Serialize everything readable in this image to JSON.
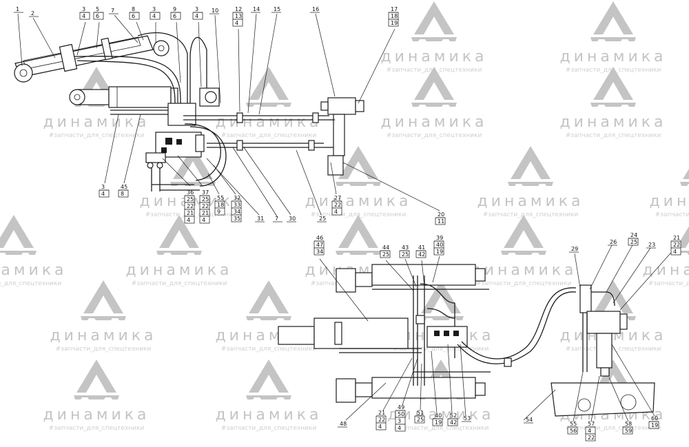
{
  "watermark": {
    "word": "динамика",
    "tag": "#запчасти_для_спецтехники",
    "color": "#c4c4c4",
    "logo_icon": "triangle-gear-logo"
  },
  "callouts": [
    {
      "lines": [
        "1"
      ]
    },
    {
      "lines": [
        "2"
      ]
    },
    {
      "lines": [
        "3",
        "4"
      ]
    },
    {
      "lines": [
        "5",
        "6"
      ]
    },
    {
      "lines": [
        "7"
      ]
    },
    {
      "lines": [
        "8",
        "6"
      ]
    },
    {
      "lines": [
        "3",
        "4"
      ]
    },
    {
      "lines": [
        "9",
        "6"
      ]
    },
    {
      "lines": [
        "3",
        "4"
      ]
    },
    {
      "lines": [
        "10"
      ]
    },
    {
      "lines": [
        "12",
        "13",
        "4"
      ]
    },
    {
      "lines": [
        "14"
      ]
    },
    {
      "lines": [
        "15"
      ]
    },
    {
      "lines": [
        "16"
      ]
    },
    {
      "lines": [
        "17",
        "18",
        "19"
      ]
    },
    {
      "lines": [
        "3",
        "4"
      ]
    },
    {
      "lines": [
        "45",
        "8"
      ]
    },
    {
      "lines": [
        "36",
        "25",
        "22",
        "21",
        "4"
      ]
    },
    {
      "lines": [
        "37",
        "25",
        "22",
        "21",
        "4"
      ]
    },
    {
      "lines": [
        "55",
        "18",
        "9"
      ]
    },
    {
      "lines": [
        "32",
        "33",
        "34",
        "35"
      ]
    },
    {
      "lines": [
        "31"
      ]
    },
    {
      "lines": [
        "7"
      ]
    },
    {
      "lines": [
        "30"
      ]
    },
    {
      "lines": [
        "25"
      ]
    },
    {
      "lines": [
        "27",
        "22",
        "4"
      ]
    },
    {
      "lines": [
        "20",
        "11"
      ]
    },
    {
      "lines": [
        "46",
        "47",
        "34"
      ]
    },
    {
      "lines": [
        "44",
        "25"
      ]
    },
    {
      "lines": [
        "43",
        "25"
      ]
    },
    {
      "lines": [
        "41",
        "42"
      ]
    },
    {
      "lines": [
        "39",
        "40",
        "19"
      ]
    },
    {
      "lines": [
        "29"
      ]
    },
    {
      "lines": [
        "26"
      ]
    },
    {
      "lines": [
        "24",
        "25"
      ]
    },
    {
      "lines": [
        "23"
      ]
    },
    {
      "lines": [
        "21",
        "22",
        "4"
      ]
    },
    {
      "lines": [
        "48"
      ]
    },
    {
      "lines": [
        "21",
        "22",
        "4"
      ]
    },
    {
      "lines": [
        "49",
        "50",
        "3",
        "4"
      ]
    },
    {
      "lines": [
        "51",
        "25"
      ]
    },
    {
      "lines": [
        "40",
        "19"
      ]
    },
    {
      "lines": [
        "52",
        "42"
      ]
    },
    {
      "lines": [
        "53"
      ]
    },
    {
      "lines": [
        "54"
      ]
    },
    {
      "lines": [
        "55",
        "56"
      ]
    },
    {
      "lines": [
        "57",
        "4",
        "22"
      ]
    },
    {
      "lines": [
        "58",
        "59"
      ]
    },
    {
      "lines": [
        "60",
        "19"
      ]
    }
  ]
}
